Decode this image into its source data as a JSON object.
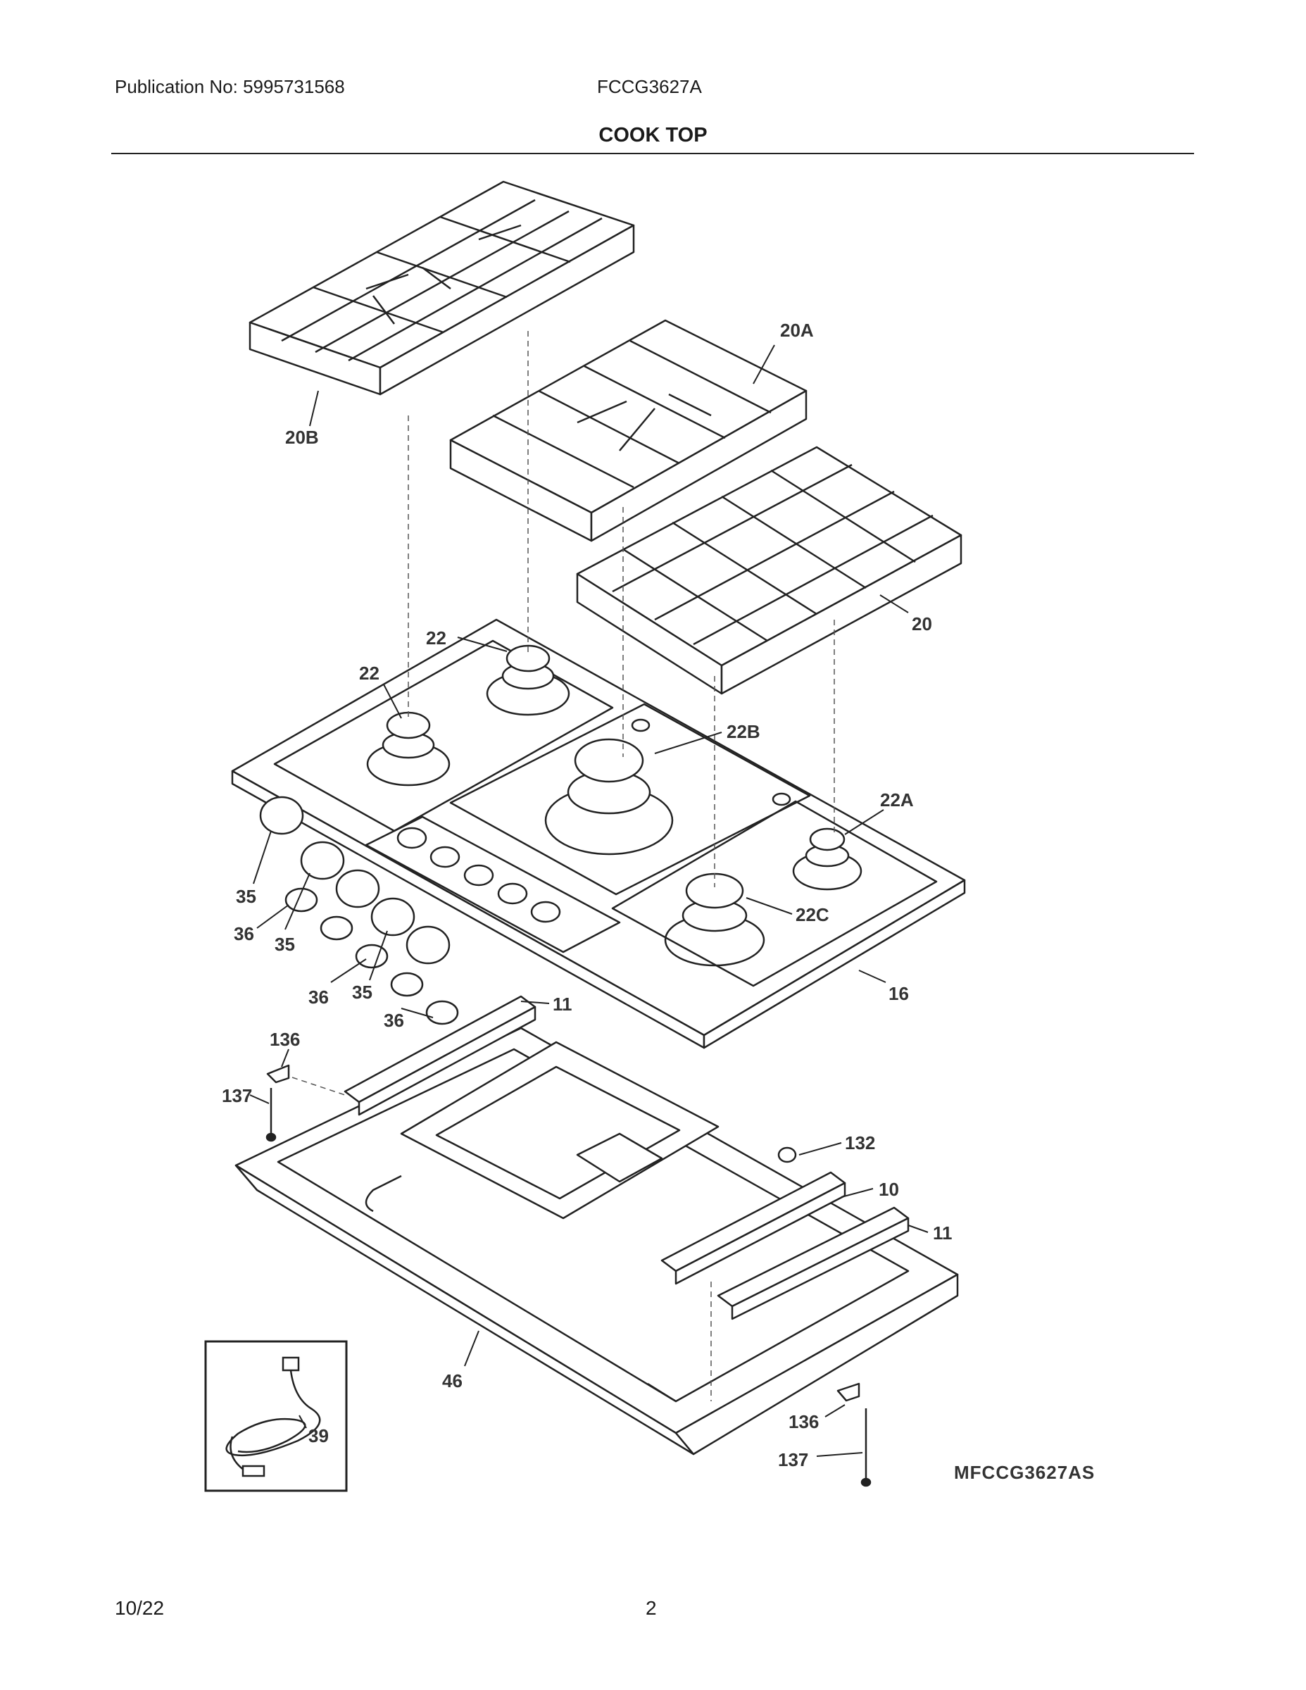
{
  "header": {
    "publication": "Publication No: 5995731568",
    "model": "FCCG3627A",
    "title": "COOK TOP"
  },
  "diagram": {
    "code": "MFCCG3627AS",
    "callouts": [
      "20A",
      "20B",
      "20",
      "22",
      "22",
      "22B",
      "22A",
      "22C",
      "16",
      "35",
      "36",
      "35",
      "36",
      "35",
      "36",
      "11",
      "136",
      "137",
      "132",
      "10",
      "11",
      "46",
      "39",
      "136",
      "137"
    ]
  },
  "footer": {
    "date": "10/22",
    "page": "2"
  }
}
